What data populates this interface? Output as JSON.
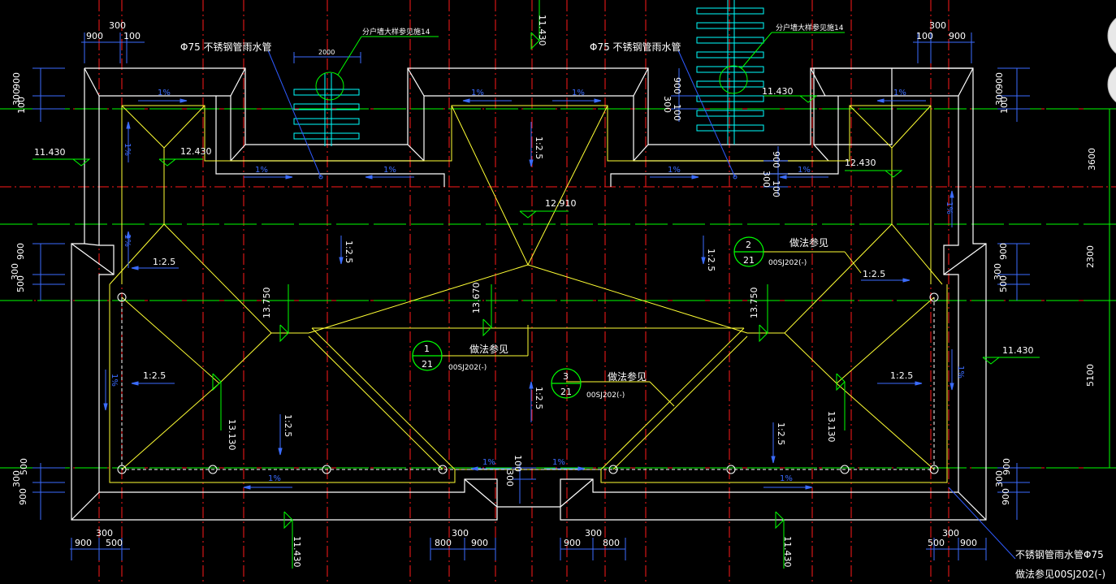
{
  "colors": {
    "background": "#000000",
    "axis_red": "#ff1a1a",
    "axis_green": "#00ff00",
    "outline": "#ffffff",
    "ridge": "#ffff33",
    "drain": "#3b6cff",
    "ladder": "#00ffff",
    "leader": "#2f5bff"
  },
  "notes": {
    "pipe_left": "Φ75  不锈钢管雨水管",
    "pipe_right": "Φ75  不锈钢管雨水管",
    "ladder_left": "分户墙大样参见施14",
    "ladder_right": "分户墙大样参见施14",
    "ladder_width": "2000",
    "pipe_bottom": "不锈钢管雨水管Φ75",
    "ref_bottom": "做法参见00SJ202(-)"
  },
  "elevations": [
    "11.430",
    "12.430",
    "12.910",
    "13.750",
    "13.670",
    "13.130",
    "11.430",
    "11.430",
    "11.430",
    "12.430",
    "11.430",
    "13.750",
    "13.130"
  ],
  "slopes": {
    "pct": "1%",
    "ratio": "1:2.5"
  },
  "callouts": [
    {
      "num": "1",
      "sheet": "21",
      "title": "做法参见",
      "ref": "00SJ202(-)"
    },
    {
      "num": "2",
      "sheet": "21",
      "title": "做法参见",
      "ref": "00SJ202(-)"
    },
    {
      "num": "3",
      "sheet": "21",
      "title": "做法参见",
      "ref": "00SJ202(-)"
    }
  ],
  "dims": {
    "top_left": [
      "900",
      "300",
      "100"
    ],
    "top_right": [
      "100",
      "300",
      "900"
    ],
    "bottom_left": [
      "900",
      "300",
      "500"
    ],
    "bottom_mid_left": [
      "800",
      "300",
      "900"
    ],
    "bottom_mid_right": [
      "900",
      "300",
      "800"
    ],
    "bottom_right": [
      "500",
      "300",
      "900"
    ],
    "left_side": [
      "900",
      "300",
      "100",
      "900",
      "300",
      "500",
      "500",
      "300",
      "900"
    ],
    "right_side": [
      "900",
      "300",
      "100",
      "900",
      "300",
      "500",
      "900",
      "300",
      "900"
    ],
    "right_total": [
      "3600",
      "2300",
      "5100"
    ],
    "mid_small": [
      "900",
      "300",
      "100",
      "900",
      "300",
      "100",
      "300",
      "100"
    ]
  }
}
